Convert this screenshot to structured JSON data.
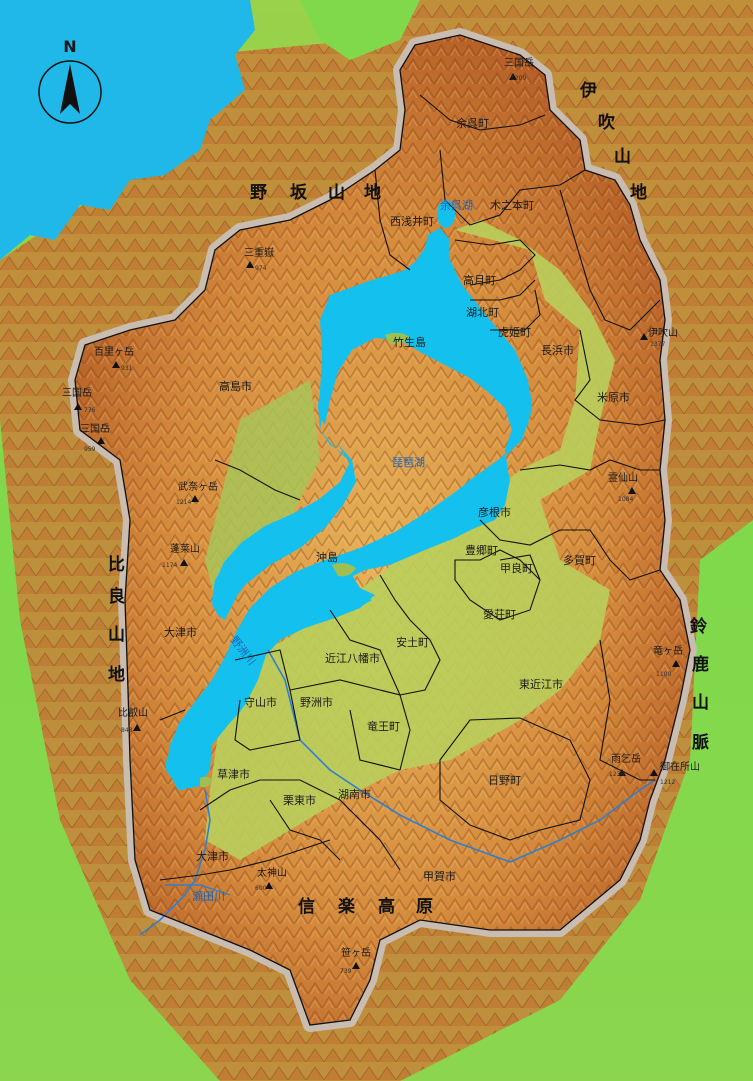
{
  "compass": {
    "label": "N"
  },
  "regions": {
    "nosaka": [
      "野",
      "坂",
      "山",
      "地"
    ],
    "ibuki": [
      "伊",
      "吹",
      "山",
      "地"
    ],
    "hira": [
      "比",
      "良",
      "山",
      "地"
    ],
    "suzuka": [
      "鈴",
      "鹿",
      "山",
      "脈"
    ],
    "shigaraki": [
      "信",
      "楽",
      "高",
      "原"
    ]
  },
  "lake": {
    "name": "琵琶湖",
    "island_chikubu": "竹生島",
    "island_oki": "沖島"
  },
  "water": {
    "yogo": "余呉湖",
    "yasu_river": "野洲川",
    "seta_river": "瀬田川"
  },
  "municipalities": {
    "yogo": "余呉町",
    "nishiazai": "西浅井町",
    "kinomoto": "木之本町",
    "takatsuki": "高月町",
    "kohoku": "湖北町",
    "torahime": "虎姫町",
    "nagahama": "長浜市",
    "maibara": "米原市",
    "takashima": "高島市",
    "hikone": "彦根市",
    "taga": "多賀町",
    "toyosato": "豊郷町",
    "kora": "甲良町",
    "aisho": "愛荘町",
    "azuchi": "安土町",
    "omihachiman": "近江八幡市",
    "higashiomi": "東近江市",
    "otsu_north": "大津市",
    "otsu_south": "大津市",
    "moriyama": "守山市",
    "yasu": "野洲市",
    "ryuo": "竜王町",
    "kusatsu": "草津市",
    "ritto": "栗東市",
    "konan": "湖南市",
    "hino": "日野町",
    "koka": "甲賀市"
  },
  "mountains": {
    "mikuni_n": {
      "name": "三国岳",
      "elev": "1209"
    },
    "sanjyuu": {
      "name": "三重嶽",
      "elev": "974"
    },
    "hyakuri": {
      "name": "百里ヶ岳",
      "elev": "931"
    },
    "mikuni_w": {
      "name": "三国岳",
      "elev": "776"
    },
    "mikuni_sw": {
      "name": "三国岳",
      "elev": "959"
    },
    "bunagatake": {
      "name": "武奈ヶ岳",
      "elev": "1214"
    },
    "horai": {
      "name": "蓬莱山",
      "elev": "1174"
    },
    "hiei": {
      "name": "比叡山",
      "elev": "848"
    },
    "ibuki": {
      "name": "伊吹山",
      "elev": "1377"
    },
    "ryozen": {
      "name": "霊仙山",
      "elev": "1084"
    },
    "ryugatake": {
      "name": "竜ヶ岳",
      "elev": "1100"
    },
    "amagoi": {
      "name": "雨乞岳",
      "elev": "1238"
    },
    "gozaisho": {
      "name": "御在所山",
      "elev": "1212"
    },
    "taishin": {
      "name": "太神山",
      "elev": "600"
    },
    "kasagatake": {
      "name": "笹ヶ岳",
      "elev": "739"
    }
  },
  "colors": {
    "sea": "#1fb8e8",
    "lake": "#14c1ee",
    "lowland": "#b9cf5c",
    "hills": "#d9a24a",
    "mountain": "#b7612a",
    "outer_green": "#7ed94c",
    "border_halo": "#c9bdb1",
    "river": "#2f7fd0"
  }
}
